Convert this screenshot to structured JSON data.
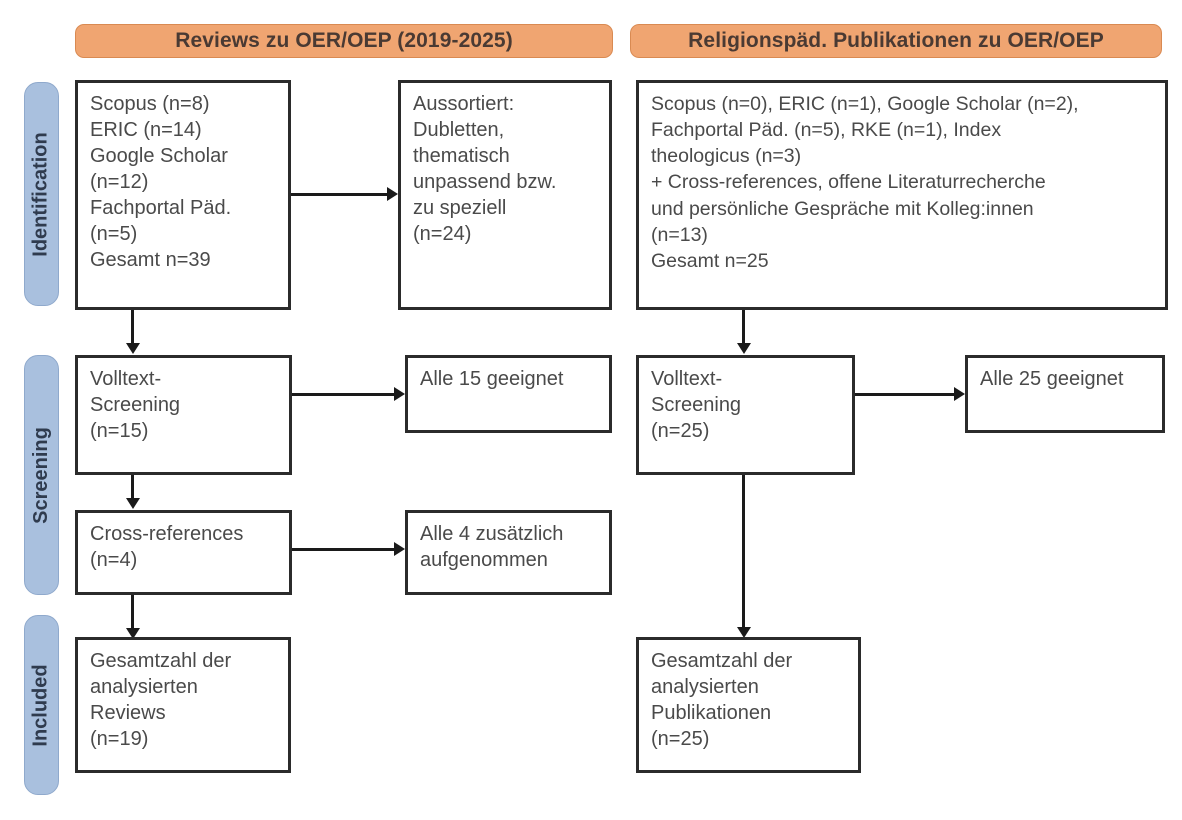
{
  "figure": {
    "type": "prisma-flow-diagram",
    "title_left": "Reviews zu OER/OEP (2019-2025)",
    "title_right": "Religionspäd. Publikationen zu OER/OEP"
  },
  "stages": [
    {
      "key": "identification",
      "label": "Identification"
    },
    {
      "key": "screening",
      "label": "Screening"
    },
    {
      "key": "included",
      "label": "Included"
    }
  ],
  "left_column": {
    "identification_sources": {
      "lines": [
        "Scopus (n=8)",
        "ERIC (n=14)",
        "Google Scholar",
        "(n=12)",
        "Fachportal Päd.",
        "(n=5)",
        "Gesamt n=39"
      ]
    },
    "excluded": {
      "lines": [
        "Aussortiert:",
        "Dubletten,",
        "thematisch",
        "unpassend bzw.",
        "zu speziell",
        "(n=24)"
      ]
    },
    "fulltext_screening": {
      "lines": [
        "Volltext-",
        "Screening",
        "(n=15)"
      ]
    },
    "fulltext_result": {
      "lines": [
        "Alle 15 geeignet"
      ]
    },
    "cross_references": {
      "lines": [
        "Cross-references",
        "(n=4)"
      ]
    },
    "cross_references_result": {
      "lines": [
        "Alle 4 zusätzlich",
        "aufgenommen"
      ]
    },
    "included_total": {
      "lines": [
        "Gesamtzahl der",
        "analysierten",
        "Reviews",
        "(n=19)"
      ]
    }
  },
  "right_column": {
    "identification_sources": {
      "lines": [
        "Scopus (n=0), ERIC (n=1), Google Scholar (n=2),",
        "Fachportal Päd. (n=5), RKE (n=1), Index",
        "theologicus (n=3)",
        "+ Cross-references, offene Literaturrecherche",
        "und persönliche Gespräche mit Kolleg:innen",
        "(n=13)",
        "Gesamt n=25"
      ]
    },
    "fulltext_screening": {
      "lines": [
        "Volltext-",
        "Screening",
        "(n=25)"
      ]
    },
    "fulltext_result": {
      "lines": [
        "Alle 25 geeignet"
      ]
    },
    "included_total": {
      "lines": [
        "Gesamtzahl der",
        "analysierten",
        "Publikationen",
        "(n=25)"
      ]
    }
  },
  "counts": {
    "left_scopus": 8,
    "left_eric": 14,
    "left_google_scholar": 12,
    "left_fachportal": 5,
    "left_total": 39,
    "left_excluded": 24,
    "left_fulltext": 15,
    "left_cross_references": 4,
    "left_included": 19,
    "right_scopus": 0,
    "right_eric": 1,
    "right_google_scholar": 2,
    "right_fachportal": 5,
    "right_rke": 1,
    "right_index_theologicus": 3,
    "right_other_sources": 13,
    "right_total": 25,
    "right_fulltext": 25,
    "right_included": 25
  },
  "colors": {
    "header_fill": "#f0a571",
    "header_border": "#d98a52",
    "stage_fill": "#a9c0de",
    "stage_border": "#8fa9cc",
    "box_border": "#2b2b2b",
    "text": "#4a4a4a",
    "connector": "#1a1a1a"
  }
}
